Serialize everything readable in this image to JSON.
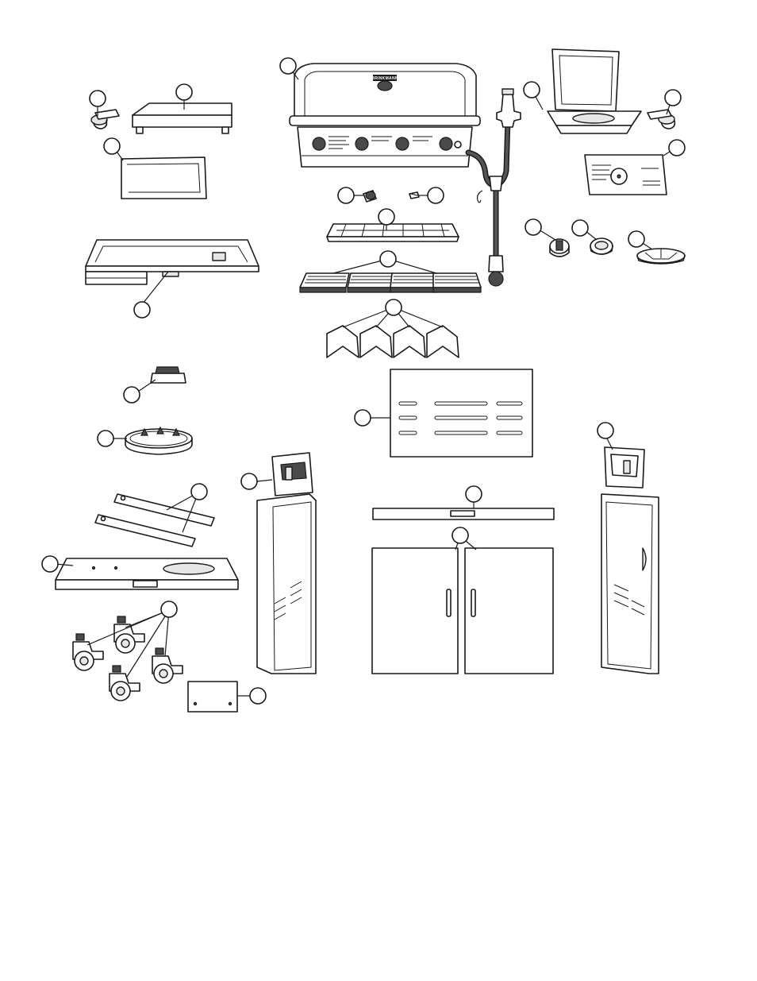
{
  "diagram": {
    "type": "exploded-parts-view",
    "brand_text": "BRINKMANN",
    "callout_count": 26
  }
}
